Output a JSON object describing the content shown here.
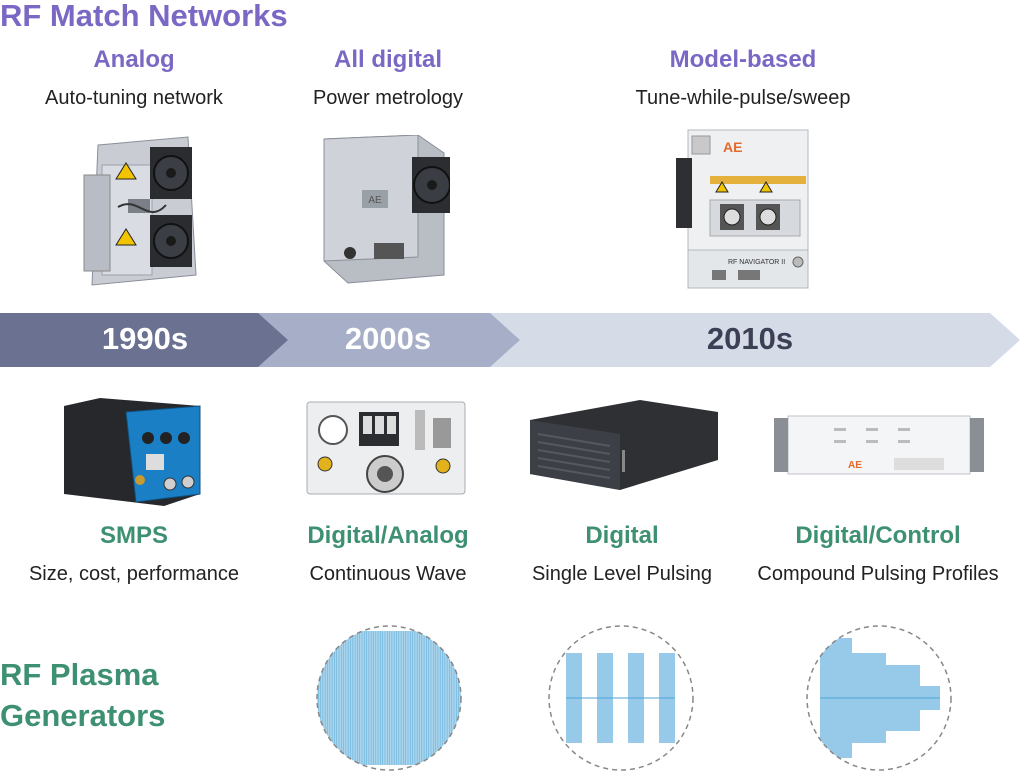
{
  "colors": {
    "purple": "#7b68c4",
    "green": "#3d9071",
    "arrow_dark": "#6a7191",
    "arrow_mid": "#a7afc8",
    "arrow_light": "#d6dbe8",
    "wave_fill": "#a9d4ec",
    "wave_line": "#4ea4d6"
  },
  "rf_match": {
    "title": "RF Match Networks",
    "columns": [
      {
        "heading": "Analog",
        "subtitle": "Auto-tuning network",
        "image_icon": "analog-match-unit-icon"
      },
      {
        "heading": "All digital",
        "subtitle": "Power metrology",
        "image_icon": "digital-match-unit-icon"
      },
      {
        "heading": "Model-based",
        "subtitle": "Tune-while-pulse/sweep",
        "image_icon": "navigator-match-unit-icon"
      }
    ],
    "device_text": {
      "logo": "AE",
      "brand": "RF NAVIGATOR II"
    }
  },
  "timeline": {
    "eras": [
      "1990s",
      "2000s",
      "2010s"
    ]
  },
  "rf_generators": {
    "columns": [
      {
        "heading": "SMPS",
        "subtitle": "Size, cost, performance",
        "image_icon": "smps-generator-icon"
      },
      {
        "heading": "Digital/Analog",
        "subtitle": "Continuous Wave",
        "image_icon": "panel-generator-icon"
      },
      {
        "heading": "Digital",
        "subtitle": "Single Level Pulsing",
        "image_icon": "black-generator-icon"
      },
      {
        "heading": "Digital/Control",
        "subtitle": "Compound Pulsing Profiles",
        "image_icon": "rack-generator-icon"
      }
    ]
  },
  "plasma": {
    "title_line1": "RF Plasma",
    "title_line2": "Generators",
    "waveforms": [
      {
        "name": "continuous-wave",
        "type": "continuous"
      },
      {
        "name": "single-level-pulsing",
        "type": "pulsed",
        "pulses": 4
      },
      {
        "name": "compound-pulsing",
        "type": "compound",
        "levels": [
          1.0,
          0.75,
          0.55,
          0.2
        ]
      }
    ]
  }
}
